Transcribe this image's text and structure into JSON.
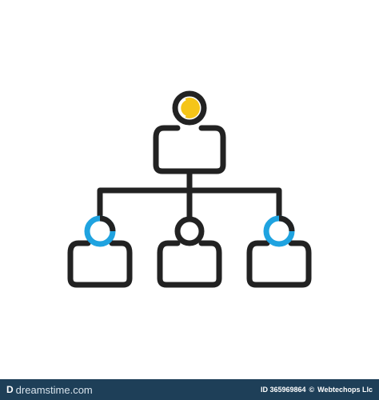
{
  "illustration": {
    "icon": "organization-hierarchy-icon",
    "colors": {
      "stroke": "#222222",
      "top_head_fill": "#f5c518",
      "child_head_accent": "#1fa3e0",
      "background": "#ffffff"
    }
  },
  "footer": {
    "brand_mark": "D",
    "brand": "dreamstime.com",
    "image_id": "ID 365969864",
    "separator": "©",
    "author": "Webtechops Llc",
    "background": "#1e3f58"
  }
}
